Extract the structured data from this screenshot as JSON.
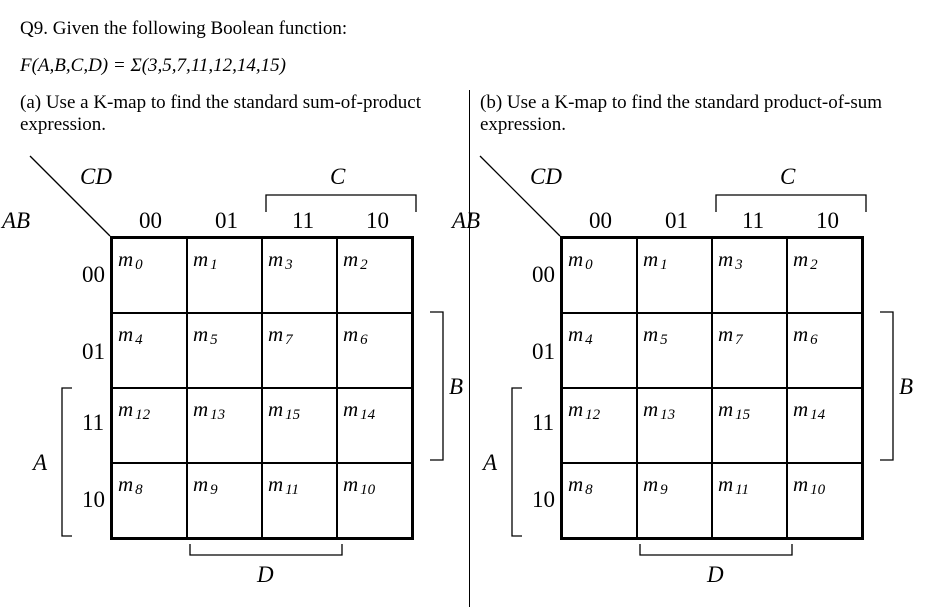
{
  "question": {
    "title": "Q9. Given the following Boolean function:",
    "function": "F(A,B,C,D) = Σ(3,5,7,11,12,14,15)"
  },
  "parts": [
    {
      "text": "(a) Use a K-map to find the standard sum-of-product expression."
    },
    {
      "text": "(b) Use a K-map to find the standard product-of-sum expression."
    }
  ],
  "kmap": {
    "var_cd": "CD",
    "var_ab": "AB",
    "var_a": "A",
    "var_b": "B",
    "var_c": "C",
    "var_d": "D",
    "col_headers": [
      "00",
      "01",
      "11",
      "10"
    ],
    "row_headers": [
      "00",
      "01",
      "11",
      "10"
    ],
    "cells": [
      [
        {
          "m": "m",
          "i": "0"
        },
        {
          "m": "m",
          "i": "1"
        },
        {
          "m": "m",
          "i": "3"
        },
        {
          "m": "m",
          "i": "2"
        }
      ],
      [
        {
          "m": "m",
          "i": "4"
        },
        {
          "m": "m",
          "i": "5"
        },
        {
          "m": "m",
          "i": "7"
        },
        {
          "m": "m",
          "i": "6"
        }
      ],
      [
        {
          "m": "m",
          "i": "12"
        },
        {
          "m": "m",
          "i": "13"
        },
        {
          "m": "m",
          "i": "15"
        },
        {
          "m": "m",
          "i": "14"
        }
      ],
      [
        {
          "m": "m",
          "i": "8"
        },
        {
          "m": "m",
          "i": "9"
        },
        {
          "m": "m",
          "i": "11"
        },
        {
          "m": "m",
          "i": "10"
        }
      ]
    ]
  }
}
